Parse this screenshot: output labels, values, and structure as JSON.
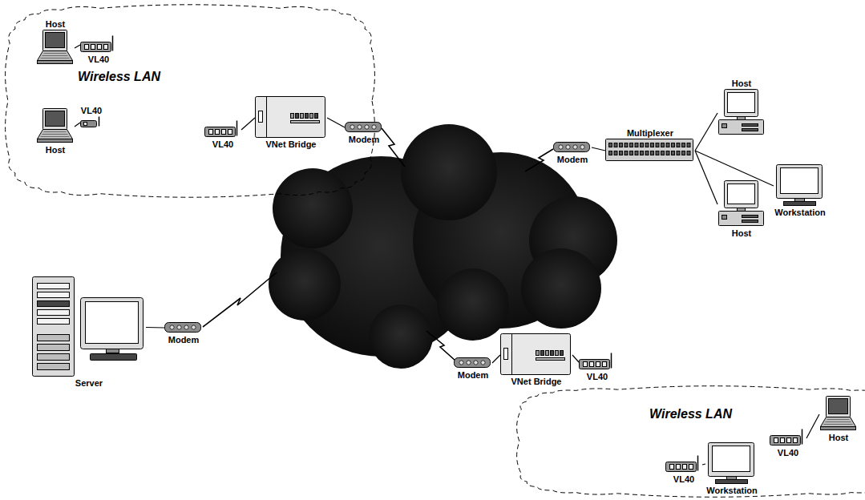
{
  "diagram": {
    "nodes": [
      {
        "text": [
          "Wireless LAN"
        ]
      },
      {
        "text": [
          "Host"
        ],
        "in": 0
      },
      {
        "text": [
          "VL40"
        ],
        "in": 0
      },
      {
        "text": [
          "Host"
        ],
        "in": 0
      },
      {
        "text": [
          "VL40"
        ],
        "in": 0
      },
      {
        "text": [
          "VL40"
        ],
        "in": 0
      },
      {
        "text": [
          "VNet Bridge"
        ],
        "in": 0
      },
      {
        "text": [
          "Modem"
        ]
      },
      {
        "text": [
          "Modem"
        ]
      },
      {
        "text": [
          "Multiplexer"
        ]
      },
      {
        "text": [
          "Host"
        ]
      },
      {
        "text": [
          "Workstation"
        ]
      },
      {
        "text": [
          "Host"
        ]
      },
      {
        "text": [
          "Server"
        ]
      },
      {
        "text": [
          "Modem"
        ]
      },
      {
        "text": [
          "Modem"
        ]
      },
      {
        "text": [
          "VNet Bridge"
        ]
      },
      {
        "text": [
          "VL40"
        ]
      },
      {
        "text": [
          "Wireless LAN"
        ]
      },
      {
        "text": [
          "VL40"
        ],
        "in": 18
      },
      {
        "text": [
          "Host"
        ],
        "in": 18
      },
      {
        "text": [
          "VL40"
        ],
        "in": 18
      },
      {
        "text": [
          "Workstation"
        ],
        "in": 18
      }
    ],
    "edges": [
      {
        "from": 1,
        "to": 2,
        "arrow": "none"
      },
      {
        "from": 3,
        "to": 4,
        "arrow": "none"
      },
      {
        "from": 5,
        "to": 6,
        "arrow": "none"
      },
      {
        "from": 6,
        "to": 7,
        "arrow": "none"
      },
      {
        "from": 8,
        "to": 9,
        "arrow": "none"
      },
      {
        "from": 9,
        "to": 10,
        "arrow": "none"
      },
      {
        "from": 9,
        "to": 11,
        "arrow": "none"
      },
      {
        "from": 9,
        "to": 12,
        "arrow": "none"
      },
      {
        "from": 13,
        "to": 14,
        "arrow": "none"
      },
      {
        "from": 15,
        "to": 16,
        "arrow": "none"
      },
      {
        "from": 16,
        "to": 17,
        "arrow": "none"
      },
      {
        "from": 19,
        "to": 20,
        "arrow": "none"
      },
      {
        "from": 21,
        "to": 22,
        "arrow": "none"
      }
    ]
  }
}
